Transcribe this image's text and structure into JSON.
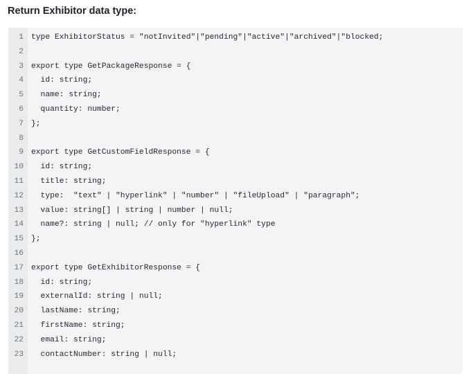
{
  "title": "Return Exhibitor data type:",
  "code_lines": [
    {
      "n": "1",
      "text": "type ExhibitorStatus = \"notInvited\"|\"pending\"|\"active\"|\"archived\"|\"blocked;"
    },
    {
      "n": "2",
      "text": ""
    },
    {
      "n": "3",
      "text": "export type GetPackageResponse = {"
    },
    {
      "n": "4",
      "text": "  id: string;"
    },
    {
      "n": "5",
      "text": "  name: string;"
    },
    {
      "n": "6",
      "text": "  quantity: number;"
    },
    {
      "n": "7",
      "text": "};"
    },
    {
      "n": "8",
      "text": ""
    },
    {
      "n": "9",
      "text": "export type GetCustomFieldResponse = {"
    },
    {
      "n": "10",
      "text": "  id: string;"
    },
    {
      "n": "11",
      "text": "  title: string;"
    },
    {
      "n": "12",
      "text": "  type:  \"text\" | \"hyperlink\" | \"number\" | \"fileUpload\" | \"paragraph\";"
    },
    {
      "n": "13",
      "text": "  value: string[] | string | number | null;"
    },
    {
      "n": "14",
      "text": "  name?: string | null; // only for \"hyperlink\" type"
    },
    {
      "n": "15",
      "text": "};"
    },
    {
      "n": "16",
      "text": ""
    },
    {
      "n": "17",
      "text": "export type GetExhibitorResponse = {"
    },
    {
      "n": "18",
      "text": "  id: string;"
    },
    {
      "n": "19",
      "text": "  externalId: string | null;"
    },
    {
      "n": "20",
      "text": "  lastName: string;"
    },
    {
      "n": "21",
      "text": "  firstName: string;"
    },
    {
      "n": "22",
      "text": "  email: string;"
    },
    {
      "n": "23",
      "text": "  contactNumber: string | null;"
    }
  ]
}
